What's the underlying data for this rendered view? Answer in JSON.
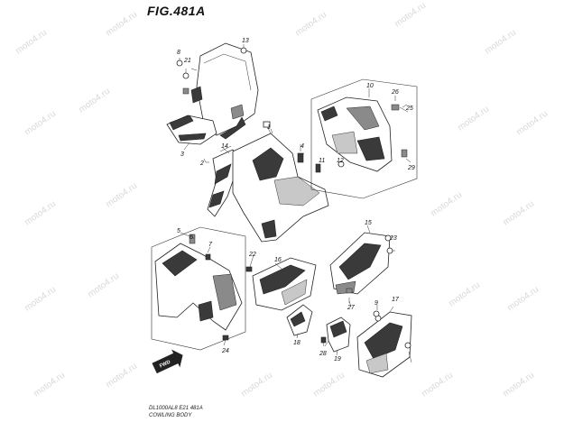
{
  "figure": {
    "title": "FIG.481A",
    "watermark": "moto4.ru",
    "fwd_label": "FWD",
    "footer": {
      "model": "DL1000AL8 E21 481A",
      "name": "COWLING BODY"
    }
  },
  "callouts": [
    {
      "id": "c1",
      "label": "1"
    },
    {
      "id": "c2",
      "label": "2"
    },
    {
      "id": "c3",
      "label": "3"
    },
    {
      "id": "c4",
      "label": "4"
    },
    {
      "id": "c5",
      "label": "5"
    },
    {
      "id": "c6",
      "label": "6"
    },
    {
      "id": "c7",
      "label": "7"
    },
    {
      "id": "c8",
      "label": "8"
    },
    {
      "id": "c9",
      "label": "9"
    },
    {
      "id": "c10",
      "label": "10"
    },
    {
      "id": "c11",
      "label": "11"
    },
    {
      "id": "c12",
      "label": "12"
    },
    {
      "id": "c13",
      "label": "13"
    },
    {
      "id": "c14",
      "label": "14"
    },
    {
      "id": "c15",
      "label": "15"
    },
    {
      "id": "c16",
      "label": "16"
    },
    {
      "id": "c17",
      "label": "17"
    },
    {
      "id": "c18",
      "label": "18"
    },
    {
      "id": "c19",
      "label": "19"
    },
    {
      "id": "c21",
      "label": "21"
    },
    {
      "id": "c22",
      "label": "22"
    },
    {
      "id": "c23",
      "label": "23"
    },
    {
      "id": "c24",
      "label": "24"
    },
    {
      "id": "c25",
      "label": "25"
    },
    {
      "id": "c26",
      "label": "26"
    },
    {
      "id": "c27",
      "label": "27"
    },
    {
      "id": "c28",
      "label": "28"
    },
    {
      "id": "c29",
      "label": "29"
    }
  ]
}
